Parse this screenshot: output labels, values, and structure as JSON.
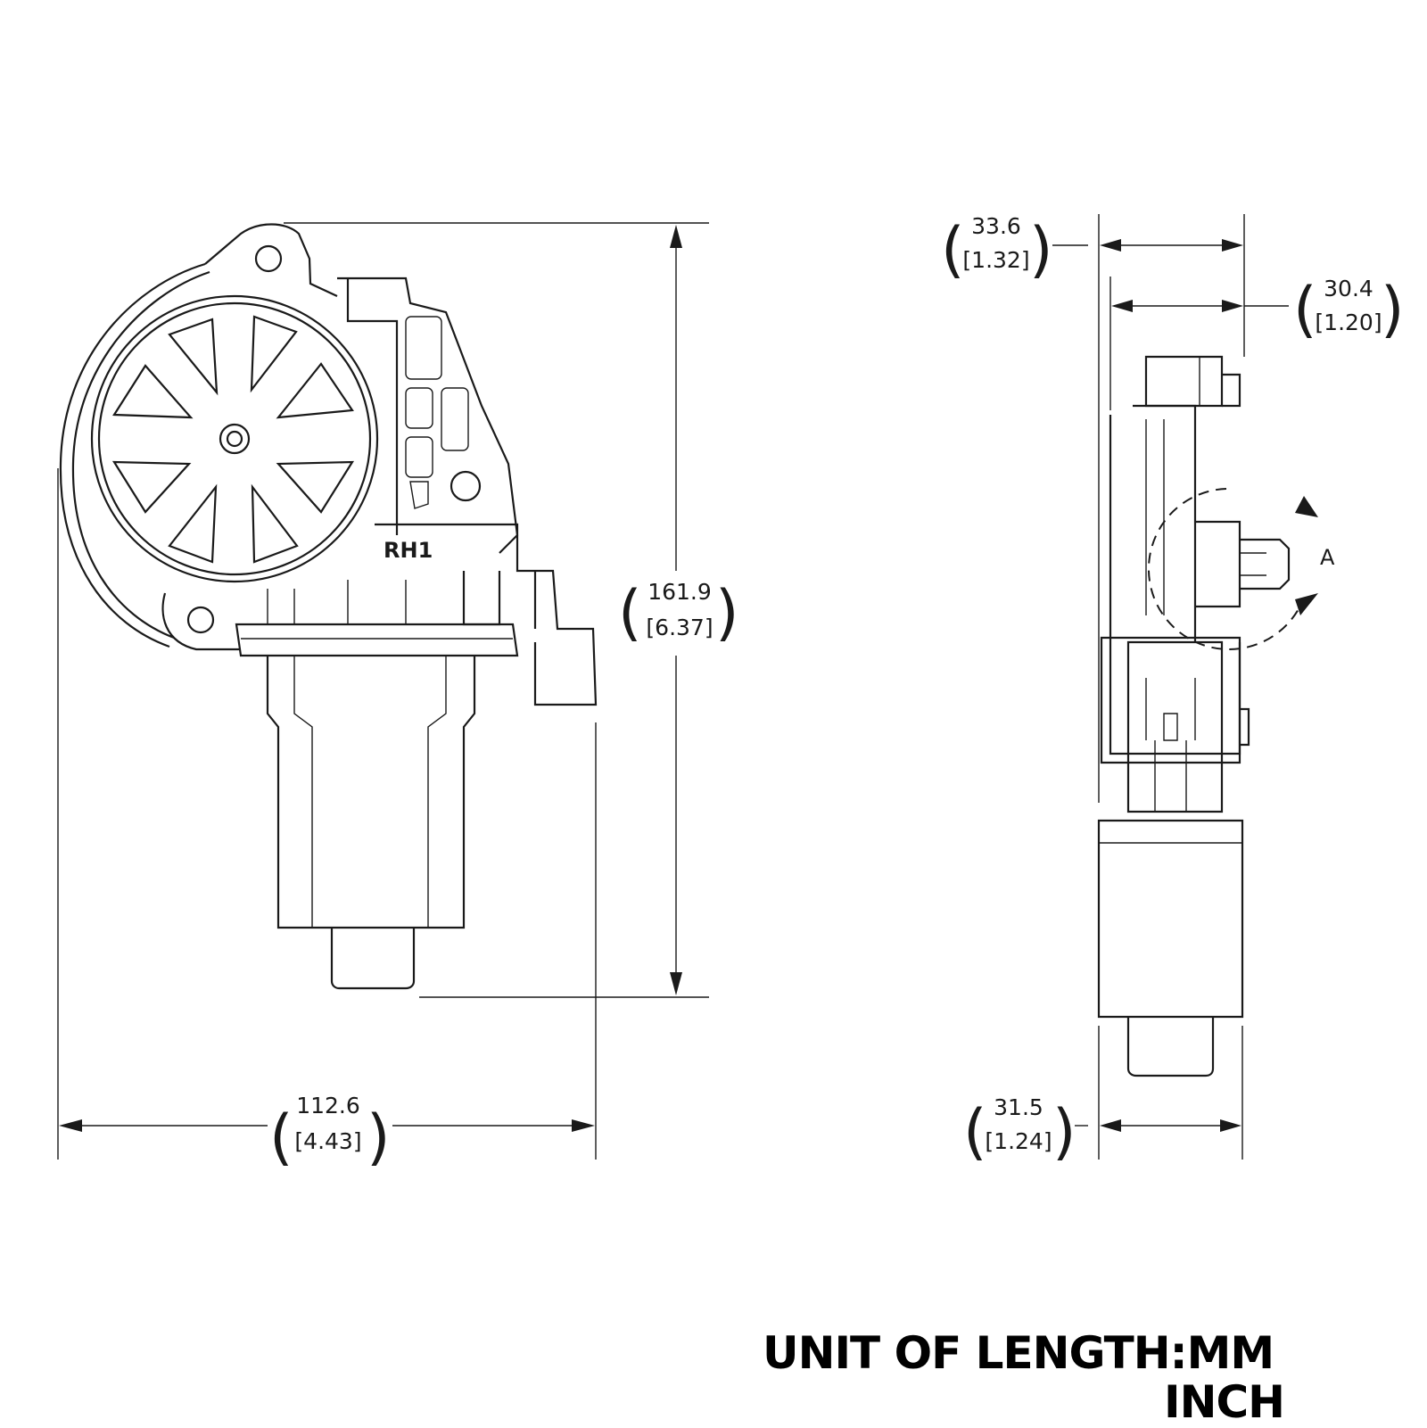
{
  "dimensions": {
    "height": {
      "mm": "161.9",
      "inch": "[6.37]"
    },
    "width": {
      "mm": "112.6",
      "inch": "[4.43]"
    },
    "overall_depth": {
      "mm": "33.6",
      "inch": "[1.32]"
    },
    "housing_depth": {
      "mm": "30.4",
      "inch": "[1.20]"
    },
    "motor_depth": {
      "mm": "31.5",
      "inch": "[1.24]"
    }
  },
  "labels": {
    "part_mark": "RH1",
    "rotation": "A"
  },
  "units": {
    "line1": "UNIT OF LENGTH:MM",
    "line2": "INCH"
  }
}
